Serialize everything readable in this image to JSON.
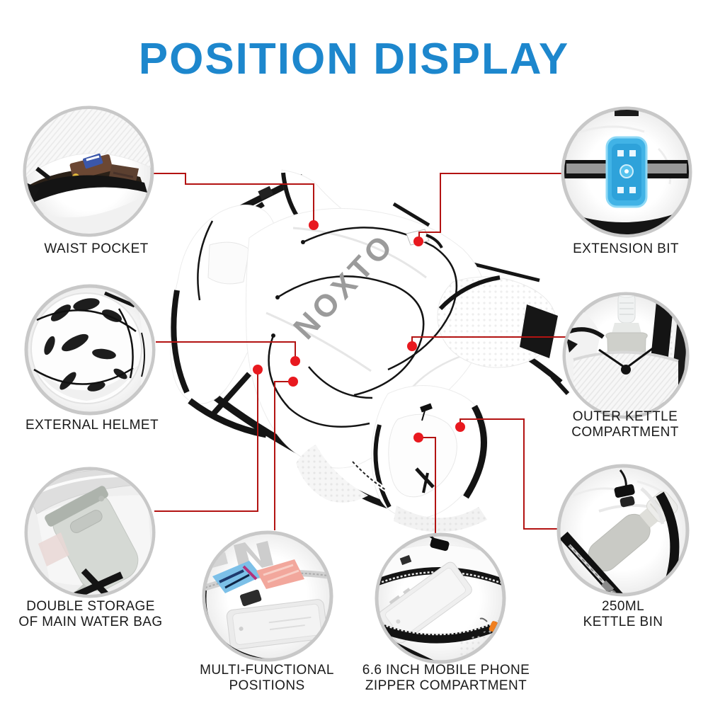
{
  "title": {
    "text": "POSITION DISPLAY"
  },
  "brand": {
    "logo": "NOXTO"
  },
  "colors": {
    "title": "#1d87cd",
    "line": "#b31312",
    "dot": "#e8191f",
    "ring": "#c8c8c8",
    "label": "#1a1a1a",
    "logo": "#9b9b9b",
    "led_device": "#41b3e6",
    "zipper_pull": "#f07f1f"
  },
  "callouts": {
    "waist_pocket": {
      "label1": "WAIST POCKET",
      "label2": ""
    },
    "extension_bit": {
      "label1": "EXTENSION BIT",
      "label2": ""
    },
    "external_helmet": {
      "label1": "EXTERNAL HELMET",
      "label2": ""
    },
    "outer_kettle": {
      "label1": "OUTER KETTLE",
      "label2": "COMPARTMENT"
    },
    "double_storage": {
      "label1": "DOUBLE STORAGE",
      "label2": "OF MAIN WATER BAG"
    },
    "kettle_bin": {
      "label1": "250ML",
      "label2": "KETTLE BIN"
    },
    "multi_functional": {
      "label1": "MULTI-FUNCTIONAL",
      "label2": "POSITIONS"
    },
    "mobile_phone": {
      "label1": "6.6 INCH MOBILE PHONE",
      "label2": "ZIPPER COMPARTMENT"
    }
  }
}
